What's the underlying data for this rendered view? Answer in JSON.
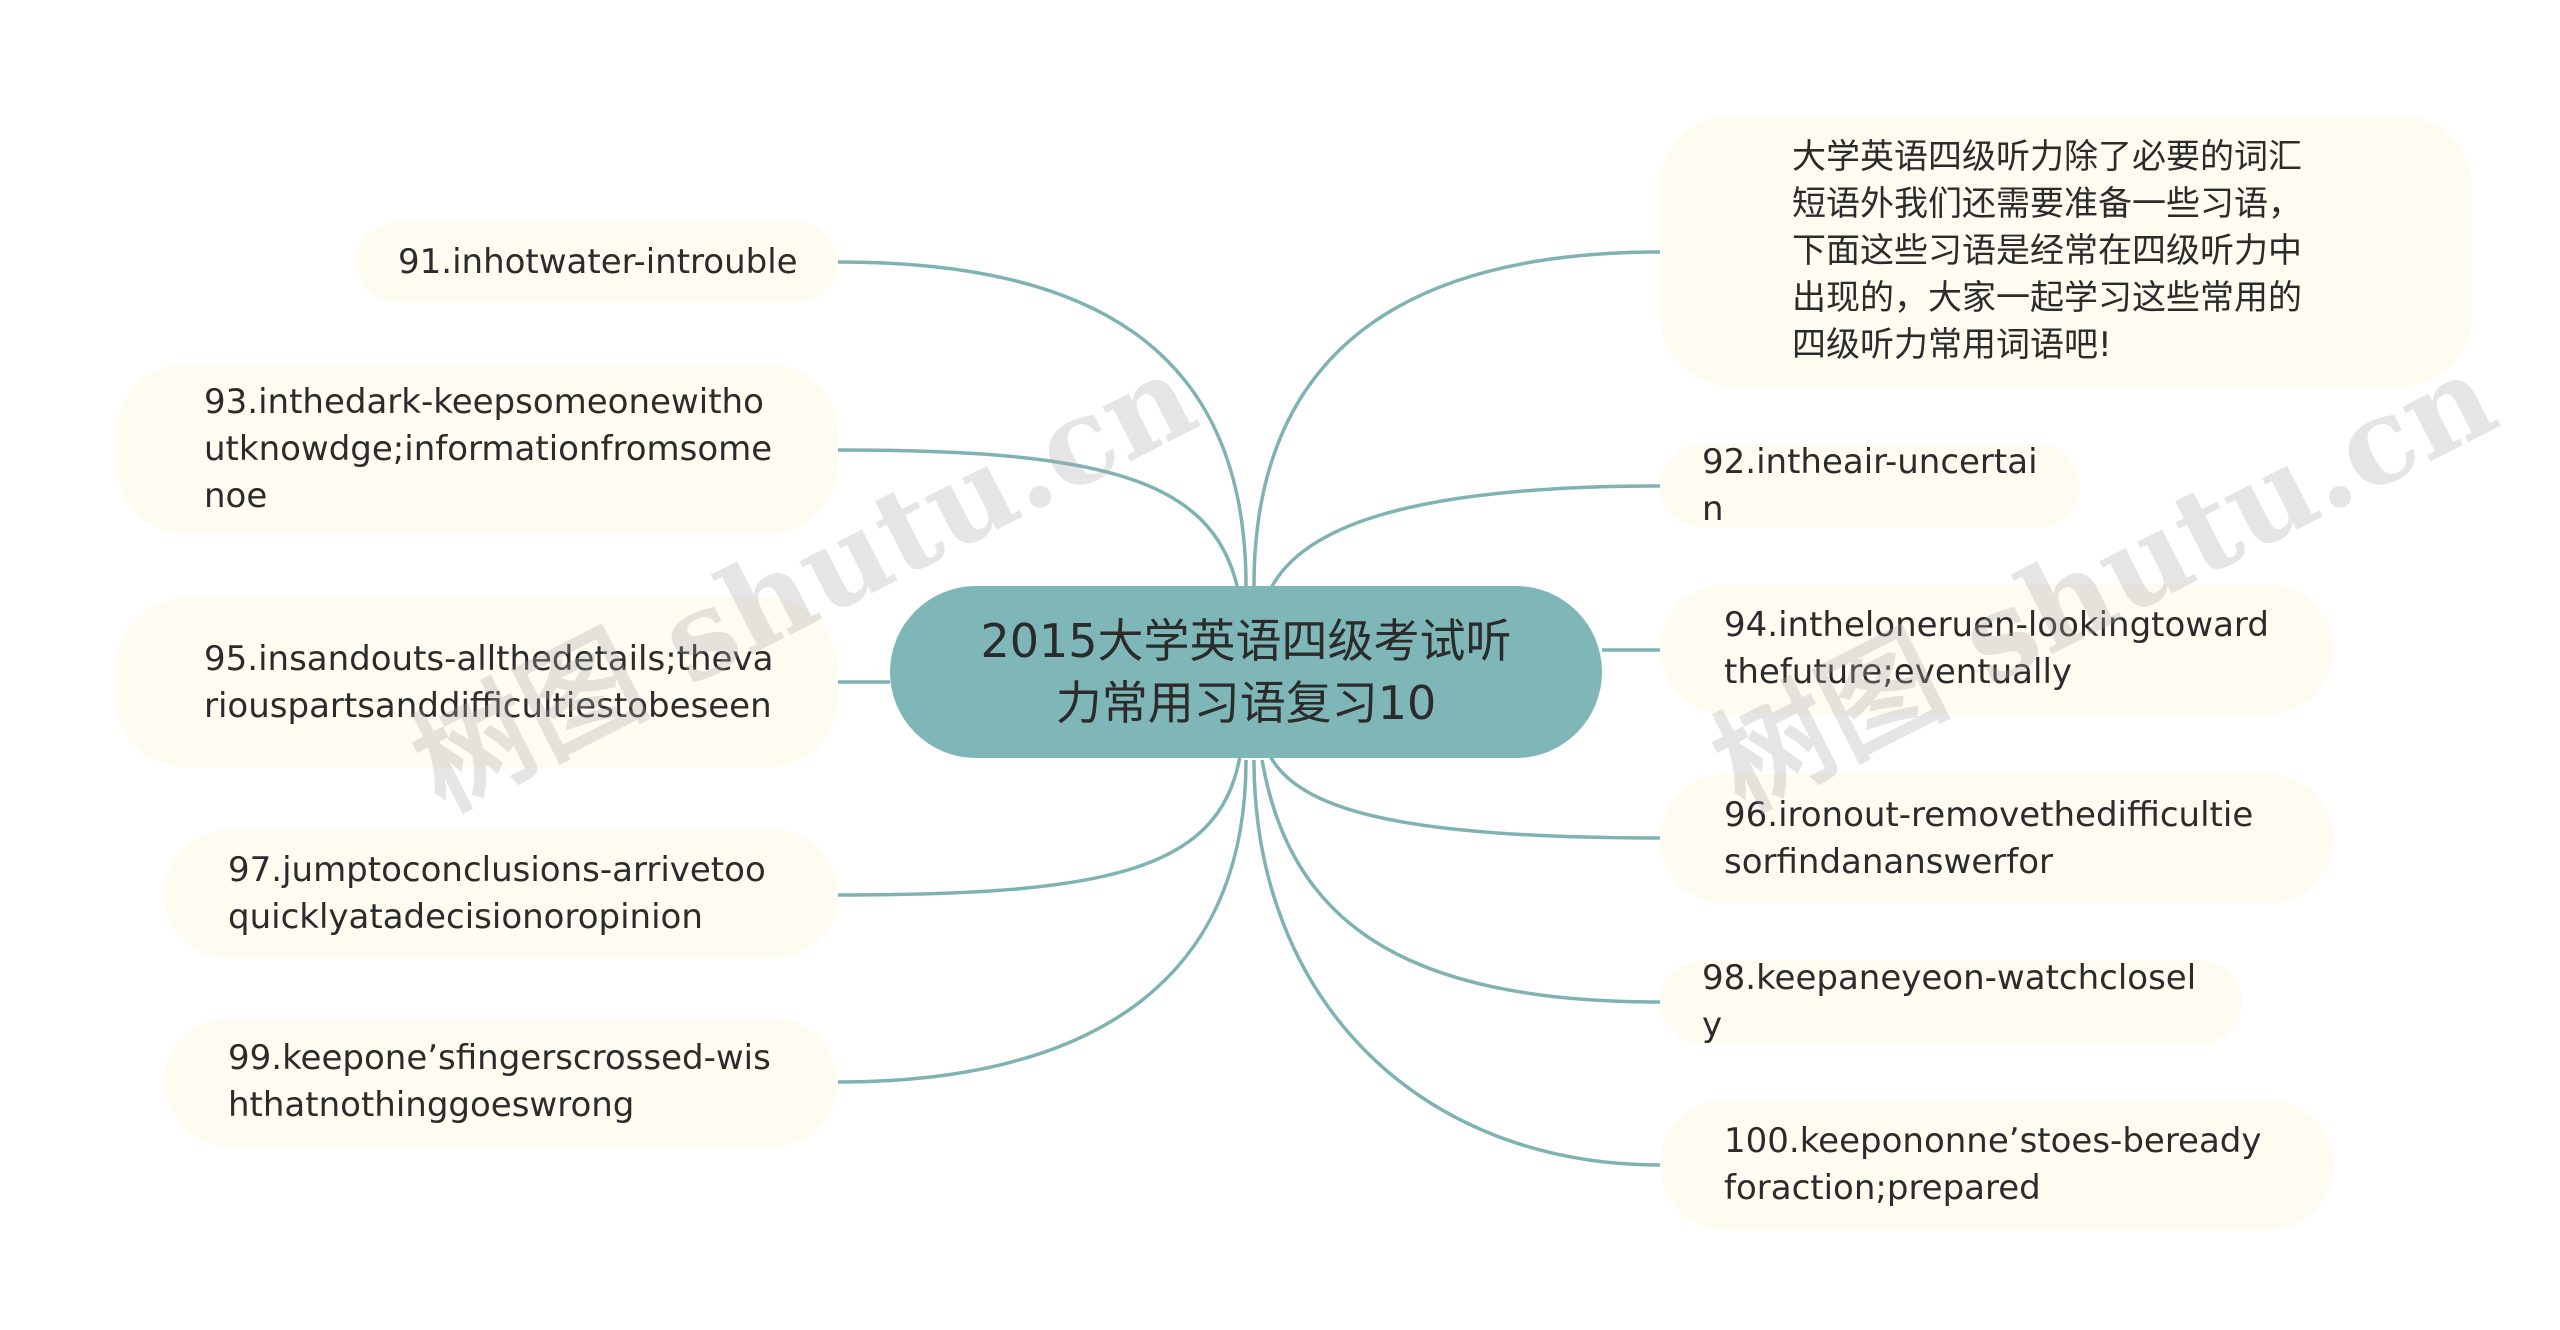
{
  "mindmap": {
    "center": {
      "title": "2015大学英语四级考试听力常用习语复习10"
    },
    "left_nodes": [
      {
        "text": "91.inhotwater-introuble"
      },
      {
        "text": "93.inthedark-keepsomeonewithoutknowdge;informationfromsomenoe"
      },
      {
        "text": "95.insandouts-allthedetails;thevariouspartsanddifficultiestobeseen"
      },
      {
        "text": "97.jumptoconclusions-arrivetooquicklyatadecisionoropinion"
      },
      {
        "text": "99.keepone’sfingerscrossed-wishthatnothinggoeswrong"
      }
    ],
    "right_nodes": [
      {
        "text": "大学英语四级听力除了必要的词汇短语外我们还需要准备一些习语，下面这些习语是经常在四级听力中出现的，大家一起学习这些常用的四级听力常用词语吧!"
      },
      {
        "text": "92.intheair-uncertain"
      },
      {
        "text": "94.intheloneruen-lookingtowardthefuture;eventually"
      },
      {
        "text": "96.ironout-removethedifficultiesorfindananswerfor"
      },
      {
        "text": "98.keepaneyeon-watchclosely"
      },
      {
        "text": "100.keepononne’stoes-bereadyforaction;prepared"
      }
    ]
  },
  "watermarks": [
    {
      "text": "树图 shutu.cn"
    },
    {
      "text": "树图 shutu.cn"
    }
  ],
  "colors": {
    "center_fill": "#7fb6b7",
    "node_fill": "#fefbf0",
    "edge": "#7fb2b3",
    "text": "#2b2b2b"
  }
}
